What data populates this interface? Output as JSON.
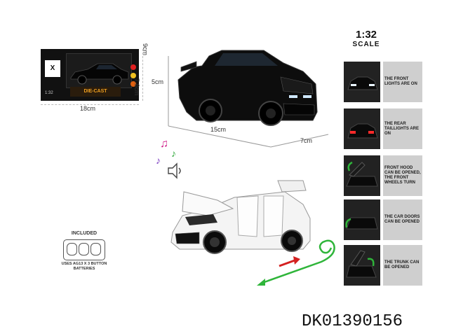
{
  "package": {
    "brand_text": "DIE-CAST",
    "logo_text": "X",
    "scale_text": "1:32",
    "width_label": "18cm",
    "height_label": "7.8cm",
    "depth_label": "9cm"
  },
  "black_car": {
    "height_label": "5cm",
    "length_label": "15cm",
    "width_label": "7cm"
  },
  "scale": {
    "value": "1:32",
    "label": "SCALE"
  },
  "features": [
    {
      "text": "THE FRONT LIGHTS ARE ON"
    },
    {
      "text": "THE REAR TAILLIGHTS ARE ON"
    },
    {
      "text": "FRONT HOOD CAN BE OPENED, THE FRONT WHEELS TURN"
    },
    {
      "text": "THE CAR DOORS CAN BE OPENED"
    },
    {
      "text": "THE TRUNK CAN BE OPENED"
    }
  ],
  "battery": {
    "heading": "INCLUDED",
    "note": "USES AG13 X 3 BUTTON BATTERIES"
  },
  "product_code": "DK01390156",
  "colors": {
    "car_black": "#111111",
    "car_white": "#f2f2f2",
    "arrow_red": "#d42020",
    "arrow_green": "#2fb53a",
    "feature_panel": "#cfcfcf"
  }
}
